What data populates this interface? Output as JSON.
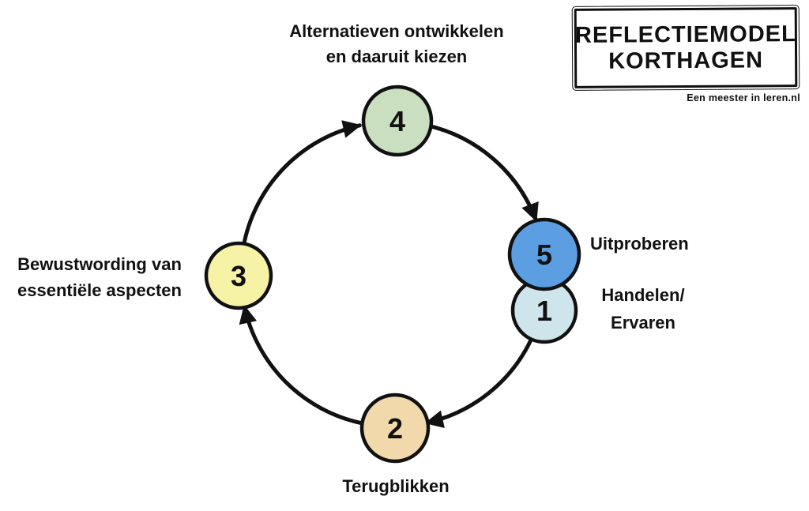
{
  "title_box": {
    "line1": "REFLECTIEMODEL",
    "line2": "KORTHAGEN",
    "tagline": "Een meester in leren.nl"
  },
  "diagram": {
    "type": "cycle",
    "direction": "clockwise",
    "sequence": "1 → 2 → 3 → 4 → 5 → 1",
    "arrow_color": "#111111",
    "steps": [
      {
        "number": "1",
        "label": "Handelen/\nErvaren",
        "color": "#cfe5ec",
        "position": "right-lower"
      },
      {
        "number": "2",
        "label": "Terugblikken",
        "color": "#f2d9ab",
        "position": "bottom"
      },
      {
        "number": "3",
        "label": "Bewustwording van\nessentiële aspecten",
        "color": "#f6f2a6",
        "position": "left"
      },
      {
        "number": "4",
        "label": "Alternatieven ontwikkelen\nen daaruit kiezen",
        "color": "#cadfc0",
        "position": "top"
      },
      {
        "number": "5",
        "label": "Uitproberen",
        "color": "#5b9ee2",
        "position": "right-upper"
      }
    ]
  }
}
